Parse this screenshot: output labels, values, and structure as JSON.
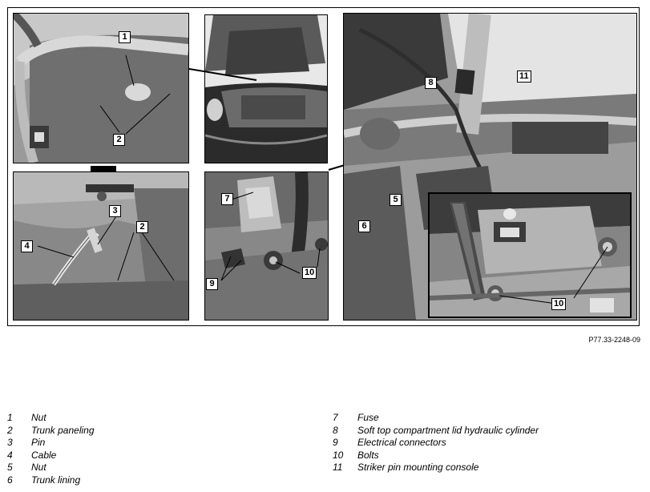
{
  "figure_code": "P77.33-2248-09",
  "callouts": {
    "c1": "1",
    "c2a": "2",
    "c2b": "2",
    "c3": "3",
    "c4": "4",
    "c5": "5",
    "c6": "6",
    "c7": "7",
    "c8": "8",
    "c9": "9",
    "c10a": "10",
    "c10b": "10",
    "c11": "11"
  },
  "legend_left": [
    {
      "num": "1",
      "label": "Nut"
    },
    {
      "num": "2",
      "label": "Trunk paneling"
    },
    {
      "num": "3",
      "label": "Pin"
    },
    {
      "num": "4",
      "label": "Cable"
    },
    {
      "num": "5",
      "label": "Nut"
    },
    {
      "num": "6",
      "label": "Trunk lining"
    }
  ],
  "legend_right": [
    {
      "num": "7",
      "label": "Fuse"
    },
    {
      "num": "8",
      "label": "Soft top compartment lid hydraulic cylinder"
    },
    {
      "num": "9",
      "label": "Electrical connectors"
    },
    {
      "num": "10",
      "label": "Bolts"
    },
    {
      "num": "11",
      "label": "Striker pin mounting console"
    }
  ]
}
